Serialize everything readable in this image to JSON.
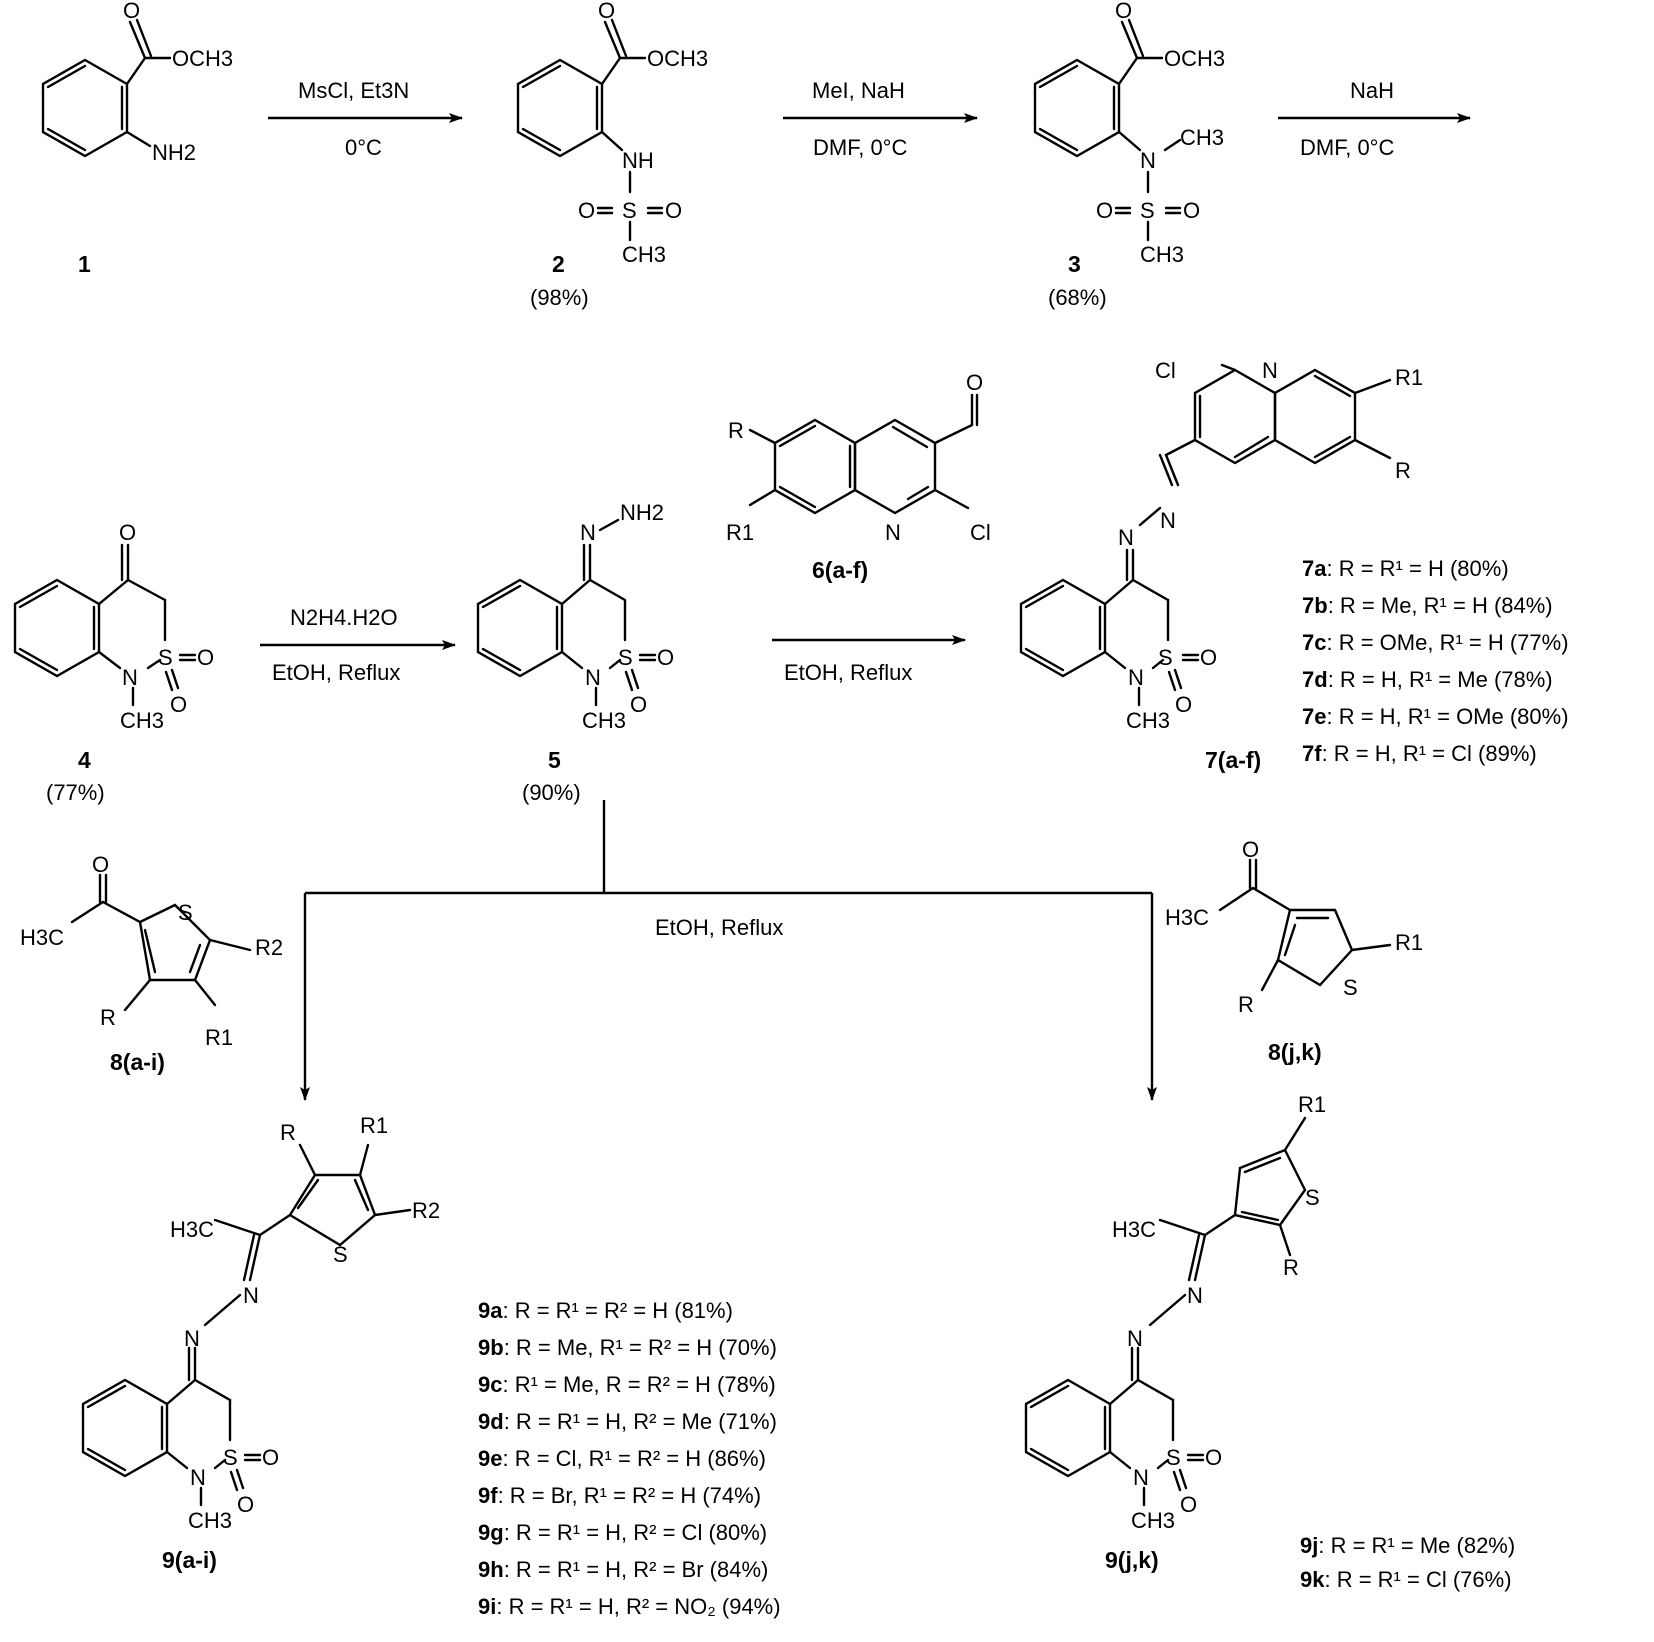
{
  "compounds": {
    "c1": {
      "id": "1"
    },
    "c2": {
      "id": "2",
      "yield": "(98%)"
    },
    "c3": {
      "id": "3",
      "yield": "(68%)"
    },
    "c4": {
      "id": "4",
      "yield": "(77%)"
    },
    "c5": {
      "id": "5",
      "yield": "(90%)"
    },
    "c6": {
      "id": "6(a-f)"
    },
    "c7": {
      "id": "7(a-f)"
    },
    "c8a": {
      "id": "8(a-i)"
    },
    "c8j": {
      "id": "8(j,k)"
    },
    "c9a": {
      "id": "9(a-i)"
    },
    "c9j": {
      "id": "9(j,k)"
    }
  },
  "conditions": {
    "step1_top": "MsCl, Et3N",
    "step1_bottom": "0°C",
    "step2_top": "MeI, NaH",
    "step2_bottom": "DMF, 0°C",
    "step3_top": "NaH",
    "step3_bottom": "DMF, 0°C",
    "step4_top": "N2H4.H2O",
    "step4_bottom": "EtOH, Reflux",
    "step5_bottom": "EtOH, Reflux",
    "step6": "EtOH, Reflux"
  },
  "entries_7": [
    {
      "id": "7a",
      "text": ": R = R¹ = H (80%)"
    },
    {
      "id": "7b",
      "text": ": R = Me, R¹ = H (84%)"
    },
    {
      "id": "7c",
      "text": ": R = OMe, R¹ = H (77%)"
    },
    {
      "id": "7d",
      "text": ": R = H, R¹ = Me (78%)"
    },
    {
      "id": "7e",
      "text": ": R = H, R¹ = OMe (80%)"
    },
    {
      "id": "7f",
      "text": ": R = H, R¹ = Cl (89%)"
    }
  ],
  "entries_9a": [
    {
      "id": "9a",
      "text": ": R = R¹ = R² = H (81%)"
    },
    {
      "id": "9b",
      "text": ": R = Me, R¹ = R² = H (70%)"
    },
    {
      "id": "9c",
      "text": ": R¹ = Me, R = R² = H (78%)"
    },
    {
      "id": "9d",
      "text": ": R = R¹ = H, R² = Me (71%)"
    },
    {
      "id": "9e",
      "text": ": R = Cl, R¹ = R² = H (86%)"
    },
    {
      "id": "9f",
      "text": ": R = Br, R¹ = R² = H (74%)"
    },
    {
      "id": "9g",
      "text": ": R = R¹ = H, R² = Cl (80%)"
    },
    {
      "id": "9h",
      "text": ": R = R¹ = H, R² = Br (84%)"
    },
    {
      "id": "9i",
      "text": ": R = R¹ = H, R² = NO₂ (94%)"
    }
  ],
  "entries_9j": [
    {
      "id": "9j",
      "text": ": R = R¹ = Me (82%)"
    },
    {
      "id": "9k",
      "text": ": R = R¹ = Cl (76%)"
    }
  ],
  "atoms": {
    "OCH3": "OCH3",
    "NH2": "NH2",
    "NH": "NH",
    "N": "N",
    "O": "O",
    "S": "S",
    "CH3": "CH3",
    "H3C": "H3C",
    "Cl": "Cl",
    "R": "R",
    "R1": "R1",
    "R2": "R2",
    "R_1": "R1"
  }
}
